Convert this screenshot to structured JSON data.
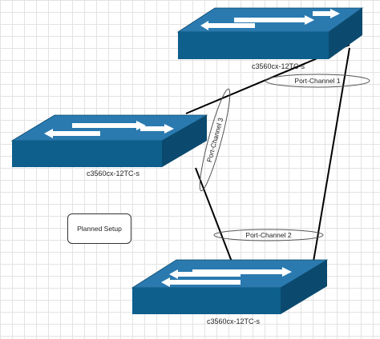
{
  "diagram": {
    "switches": [
      {
        "id": "switch-top-right",
        "label": "c3560cx-12TC-s"
      },
      {
        "id": "switch-left",
        "label": "c3560cx-12TC-s"
      },
      {
        "id": "switch-bottom",
        "label": "c3560cx-12TC-s"
      }
    ],
    "port_channels": [
      {
        "id": "pc1",
        "label": "Port-Channel 1"
      },
      {
        "id": "pc2",
        "label": "Port-Channel 2"
      },
      {
        "id": "pc3",
        "label": "Port-Channel 3"
      }
    ],
    "note": "Planned Setup",
    "colors": {
      "switch_front": "#0e5f8c",
      "switch_top": "#2a7ab0",
      "switch_side": "#0b4a6e",
      "arrow": "#ffffff",
      "link": "#000000"
    }
  }
}
